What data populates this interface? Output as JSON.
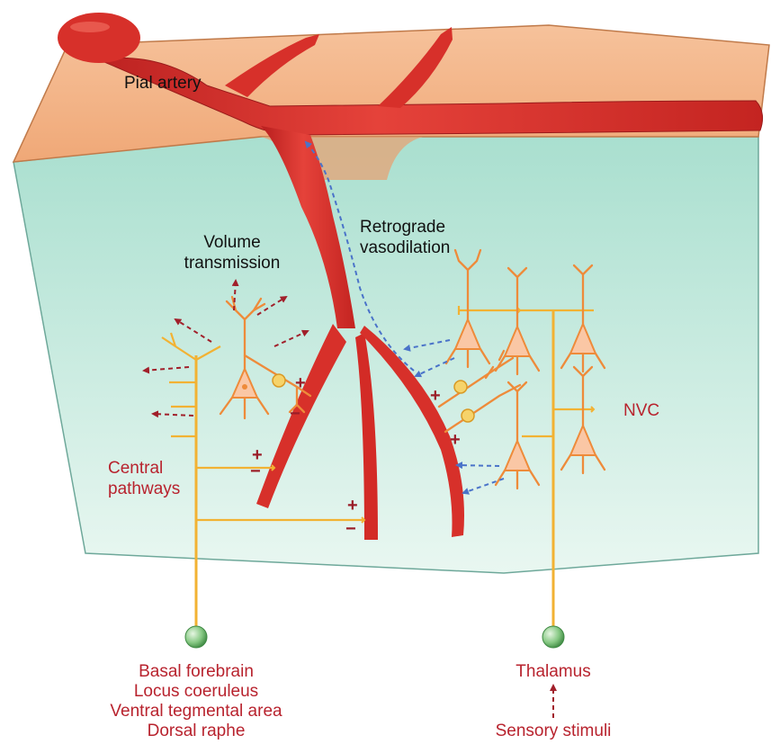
{
  "labels": {
    "pial_artery": "Pial artery",
    "volume_line1": "Volume",
    "volume_line2": "transmission",
    "retrograde_line1": "Retrograde",
    "retrograde_line2": "vasodilation",
    "nvc": "NVC",
    "central_line1": "Central",
    "central_line2": "pathways",
    "basal_forebrain": "Basal forebrain",
    "locus_coeruleus": "Locus coeruleus",
    "ventral_tegmental": "Ventral tegmental area",
    "dorsal_raphe": "Dorsal raphe",
    "thalamus": "Thalamus",
    "sensory_stimuli": "Sensory stimuli"
  },
  "signs": {
    "plus": "+",
    "minus": "−"
  },
  "colors": {
    "artery": "#d9302a",
    "cortex_surface": "#f4b487",
    "cortex_tissue": "#c5eadf",
    "fiber": "#f2b233",
    "neuron": "#ee8b3a",
    "label_red": "#b8232e",
    "arrow_blue": "#4a73c9",
    "arrow_red": "#a11f2a",
    "source_node": "#7cc47a"
  },
  "icons": {
    "source_nodes": "green-sphere",
    "neurons": "pyramidal-neuron"
  }
}
